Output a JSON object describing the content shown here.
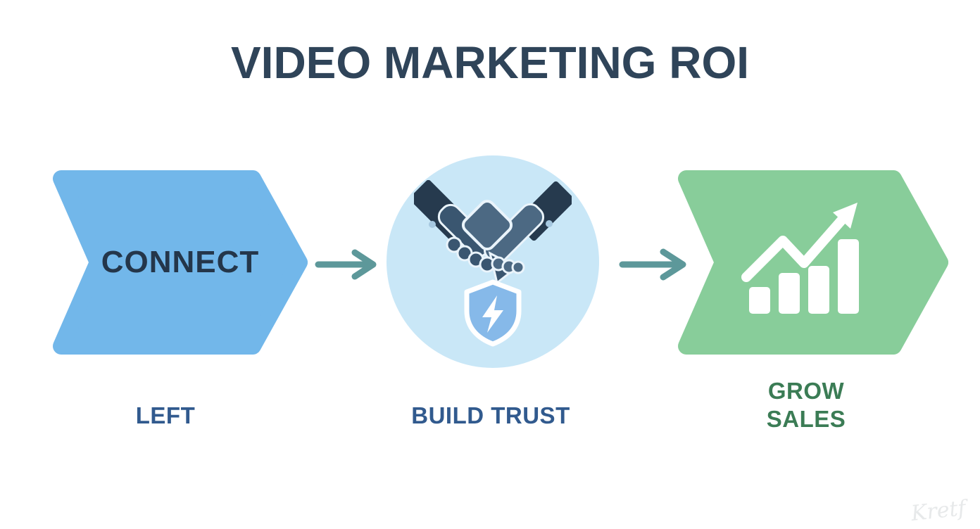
{
  "title": "VIDEO MARKETING ROI",
  "flow": {
    "step1": {
      "shape": "chevron-arrow-right",
      "label": "CONNECT",
      "caption": "LEFT"
    },
    "step2": {
      "shape": "circle",
      "icons": [
        "handshake-icon",
        "shield-lightning-icon"
      ],
      "caption": "BUILD TRUST"
    },
    "step3": {
      "shape": "chevron-arrow-right",
      "icon": "bar-chart-growth-icon",
      "caption_line1": "GROW",
      "caption_line2": "SALES"
    },
    "connectors": [
      {
        "icon": "arrow-right-icon"
      },
      {
        "icon": "arrow-right-icon"
      }
    ]
  },
  "watermark": "Kretf",
  "colors": {
    "title-color": "#2f4459",
    "chevron-blue": "#72b7ea",
    "chevron-green": "#88cd9a",
    "circle-bg": "#c9e7f7",
    "connect-text": "#24364a",
    "label-blue": "#315a8e",
    "label-green": "#3b7c55",
    "arrow-teal": "#5d989a",
    "hand-dark": "#263a4e",
    "hand-mid": "#3a5670",
    "hand-light": "#4c6983",
    "cuff-dot": "#a6c8e0",
    "shield-fill": "#86b9e9",
    "watermark-color": "#e7e9ea",
    "bg": "#ffffff"
  }
}
